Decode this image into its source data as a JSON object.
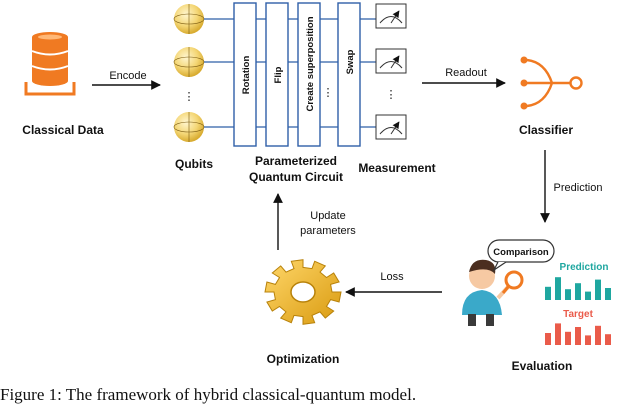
{
  "labels": {
    "classical_data": "Classical Data",
    "encode": "Encode",
    "qubits": "Qubits",
    "qubit_ellipsis": "⋮",
    "circuit_title_line1": "Parameterized",
    "circuit_title_line2": "Quantum Circuit",
    "measurement": "Measurement",
    "readout": "Readout",
    "classifier": "Classifier",
    "prediction_arrow": "Prediction",
    "update_line1": "Update",
    "update_line2": "parameters",
    "loss": "Loss",
    "optimization": "Optimization",
    "evaluation": "Evaluation",
    "comparison": "Comparison",
    "chart_prediction": "Prediction",
    "chart_target": "Target"
  },
  "gates": [
    "Rotation",
    "Flip",
    "Create superposition",
    "Swap"
  ],
  "caption": "Figure 1: The framework of hybrid classical-quantum model.",
  "colors": {
    "database": "#f07a22",
    "classifier": "#f07a22",
    "gate_border": "#2f5fa8",
    "gate_fill": "#ffffff",
    "qubit_sphere": "#f4d675",
    "gear": "#f2b81f",
    "prediction_bars": "#1fa7a0",
    "target_bars": "#ea5b4a",
    "person": "#3aa9c9",
    "magnifier": "#f07a22",
    "arrow": "#111111"
  },
  "eval_bars": {
    "prediction": [
      0.55,
      0.95,
      0.45,
      0.7,
      0.35,
      0.85,
      0.5
    ],
    "target": [
      0.5,
      0.9,
      0.55,
      0.75,
      0.4,
      0.8,
      0.45
    ]
  }
}
